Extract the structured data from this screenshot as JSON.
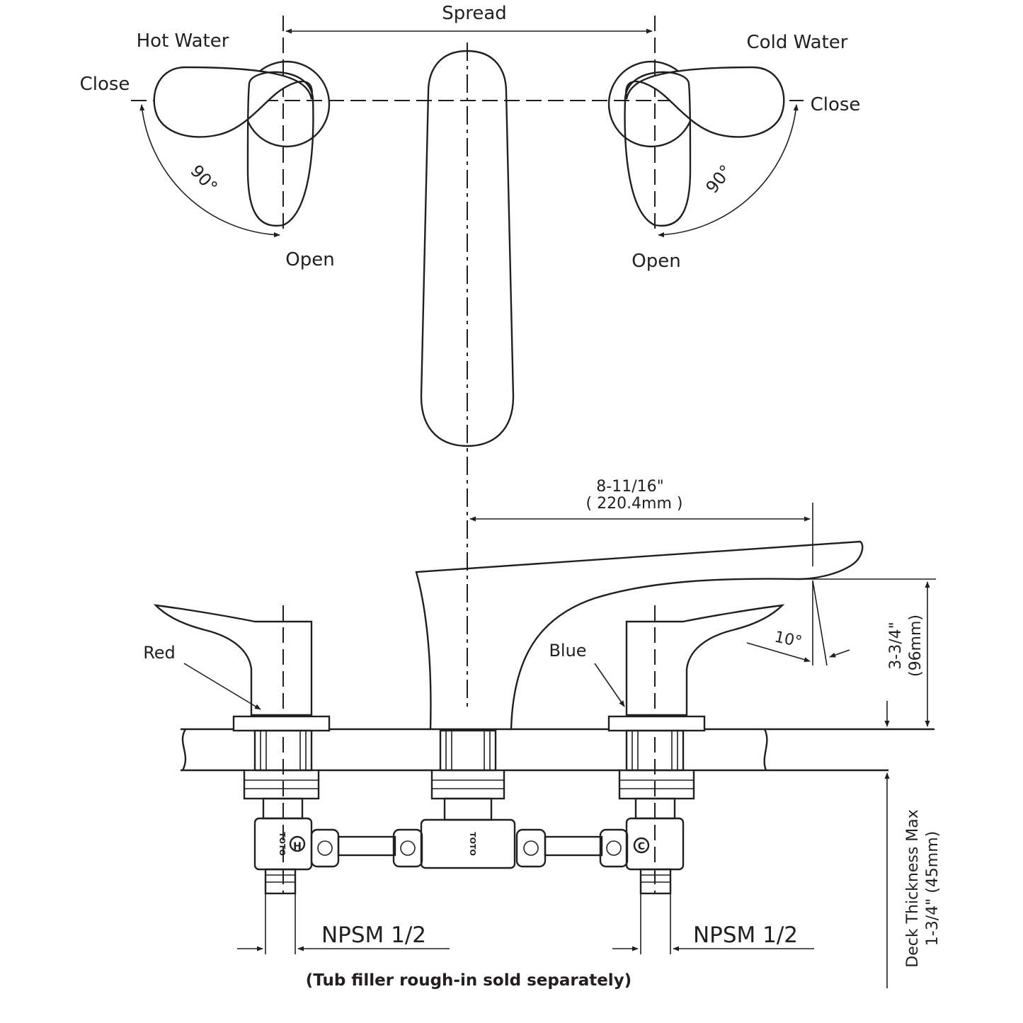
{
  "labels": {
    "spread": "Spread",
    "hot_water": "Hot Water",
    "cold_water": "Cold Water",
    "close_left": "Close",
    "close_right": "Close",
    "open_left": "Open",
    "open_right": "Open",
    "angle_left": "90°",
    "angle_right": "90°",
    "spout_reach_in": "8-11/16\"",
    "spout_reach_mm": "( 220.4mm )",
    "spout_height_in": "3-3/4\"",
    "spout_height_mm": "(96mm)",
    "spout_angle": "10°",
    "red": "Red",
    "blue": "Blue",
    "npsm_left": "NPSM 1/2",
    "npsm_right": "NPSM 1/2",
    "deck_thickness_title": "Deck Thickness Max",
    "deck_thickness_value": "1-3/4\" (45mm)",
    "rough_in_note": "(Tub filler rough-in sold separately)",
    "valve_letter_hot": "H",
    "valve_letter_cold": "C",
    "brand_mark": "TOTO"
  },
  "colors": {
    "line": "#231f20",
    "background": "#ffffff"
  }
}
